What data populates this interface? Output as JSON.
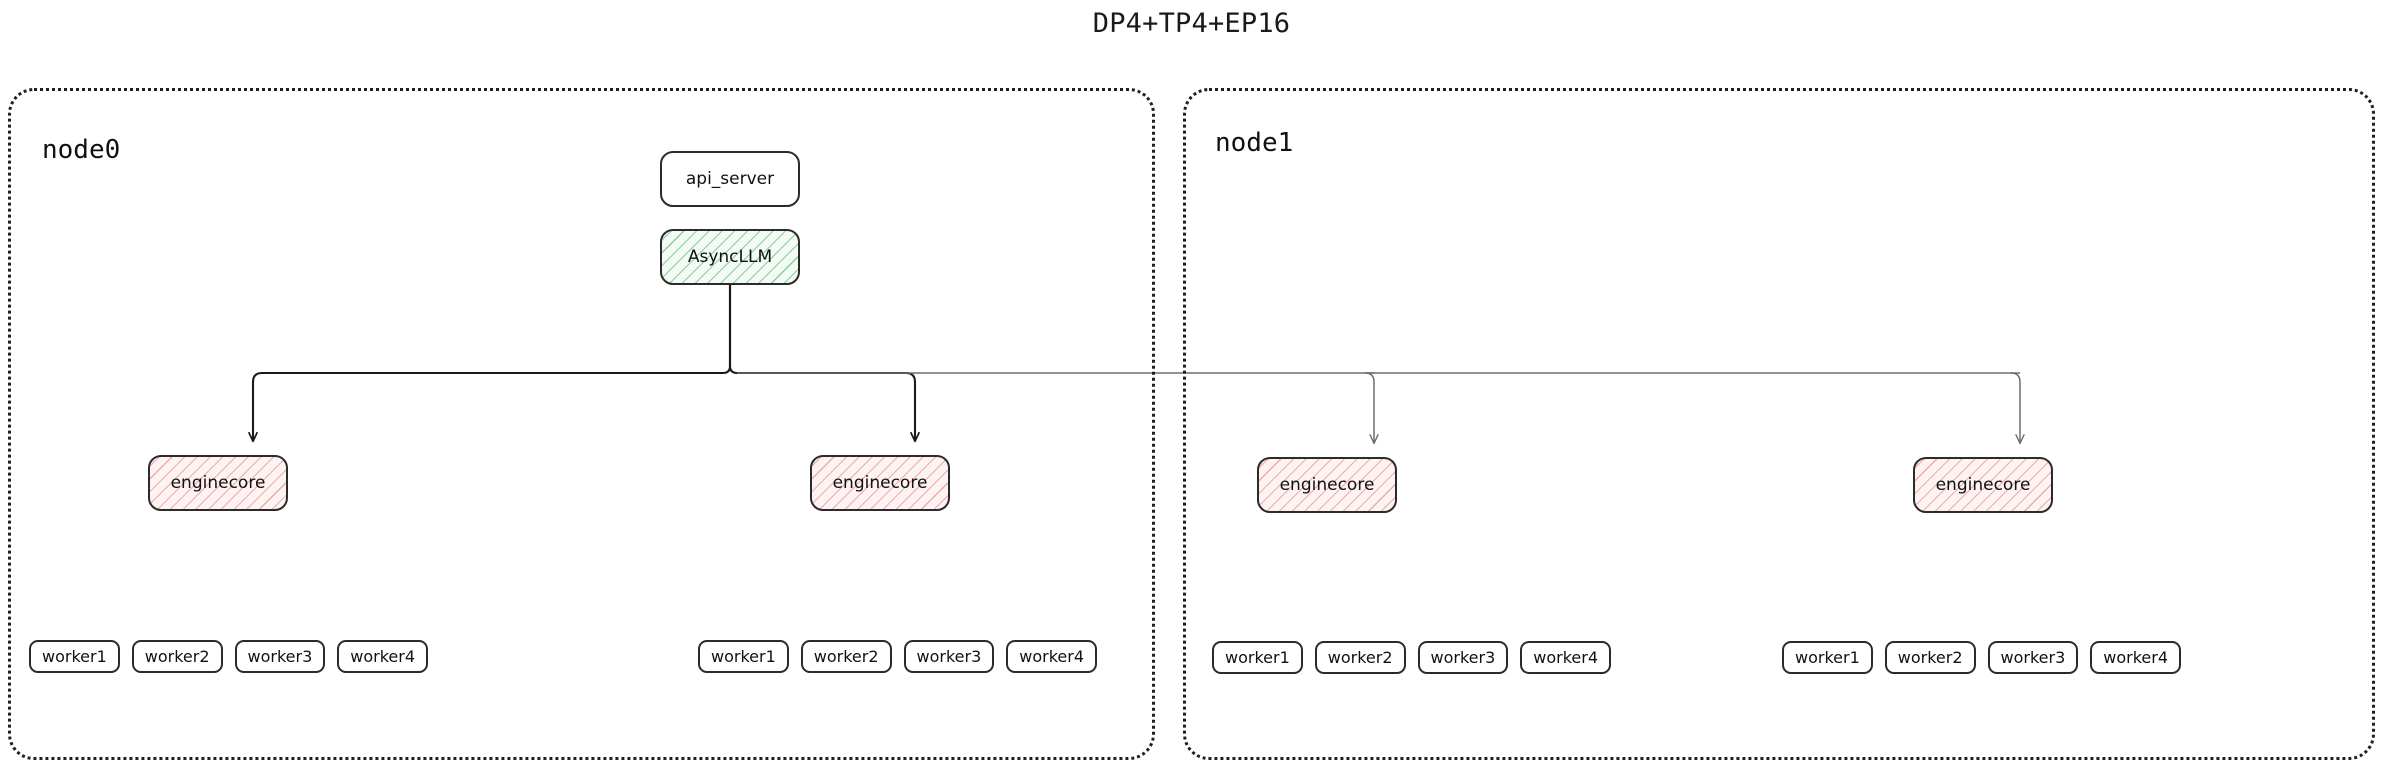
{
  "title": "DP4+TP4+EP16",
  "nodes": [
    {
      "label": "node0",
      "top_boxes": [
        {
          "label": "api_server",
          "style": "plain"
        },
        {
          "label": "AsyncLLM",
          "style": "green-hatch"
        }
      ],
      "engines": [
        {
          "label": "enginecore"
        },
        {
          "label": "enginecore"
        }
      ],
      "worker_groups": [
        {
          "workers": [
            "worker1",
            "worker2",
            "worker3",
            "worker4"
          ]
        },
        {
          "workers": [
            "worker1",
            "worker2",
            "worker3",
            "worker4"
          ]
        }
      ]
    },
    {
      "label": "node1",
      "top_boxes": [],
      "engines": [
        {
          "label": "enginecore"
        },
        {
          "label": "enginecore"
        }
      ],
      "worker_groups": [
        {
          "workers": [
            "worker1",
            "worker2",
            "worker3",
            "worker4"
          ]
        },
        {
          "workers": [
            "worker1",
            "worker2",
            "worker3",
            "worker4"
          ]
        }
      ]
    }
  ],
  "colors": {
    "stroke": "#2b2b2b",
    "container_border": "#1f1f1f",
    "green_hatch": "#2ea85c",
    "green_fill": "#f3fbf4",
    "pink_hatch": "#e2706c",
    "pink_fill": "#fdf3f3",
    "arrow_local": "#1a1a1a",
    "arrow_remote": "#6e6e6e",
    "text": "#111111",
    "background": "#ffffff"
  },
  "connections": {
    "local_count": 2,
    "remote_count": 2,
    "source": "AsyncLLM",
    "targets": "enginecore"
  }
}
